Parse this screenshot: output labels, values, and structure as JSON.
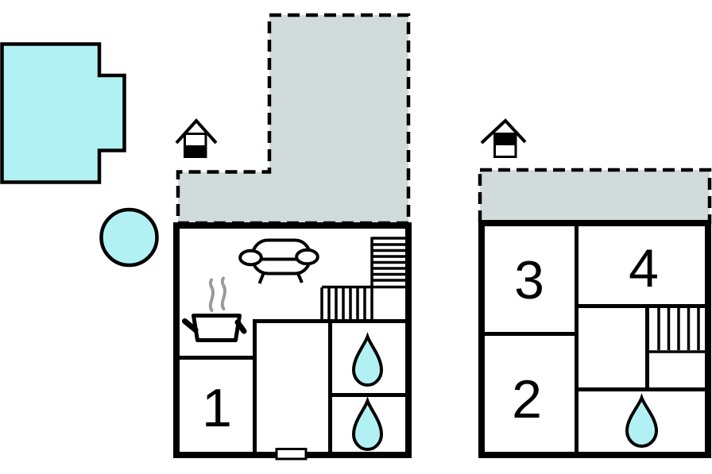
{
  "colors": {
    "water": "#b2f1f3",
    "terrace": "#d2dbdb",
    "wall": "#000000",
    "steam": "#9b9b9b",
    "background": "#ffffff"
  },
  "site": {
    "pool": "swimming-pool",
    "hot_tub": "round-pool"
  },
  "floors": [
    {
      "name": "ground-floor",
      "indicator_icon": "house-icon-lower-half-filled",
      "rooms": [
        {
          "label": "1"
        }
      ],
      "features": [
        "terrace",
        "sofa",
        "cooking-pot",
        "l-shaped-staircase",
        "shower",
        "shower",
        "entrance-door"
      ]
    },
    {
      "name": "upper-floor",
      "indicator_icon": "house-icon-upper-half-filled",
      "rooms": [
        {
          "label": "2"
        },
        {
          "label": "3"
        },
        {
          "label": "4"
        }
      ],
      "features": [
        "terrace",
        "staircase",
        "shower"
      ]
    }
  ]
}
